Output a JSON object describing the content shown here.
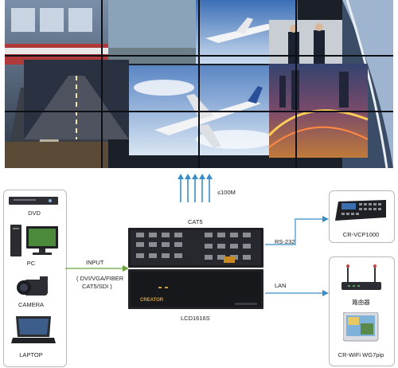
{
  "top_link": {
    "bandwidth": "≤100M",
    "cable": "CAT5"
  },
  "sources": {
    "items": [
      {
        "id": "dvd",
        "label": "DVD",
        "icon": "dvd-player-icon"
      },
      {
        "id": "pc",
        "label": "PC",
        "icon": "desktop-pc-icon"
      },
      {
        "id": "camera",
        "label": "CAMERA",
        "icon": "video-camera-icon"
      },
      {
        "id": "laptop",
        "label": "LAPTOP",
        "icon": "laptop-icon"
      }
    ]
  },
  "input": {
    "label": "INPUT",
    "types_line1": "( DVI/VGA/FIBER",
    "types_line2": "CAT5/SDI )"
  },
  "controller": {
    "model": "LCD1616S",
    "brand": "CREATOR"
  },
  "links": {
    "serial": "RS-232",
    "network": "LAN"
  },
  "outputs": {
    "vcp": {
      "label": "CR-VCP1000",
      "icon": "control-keyboard-icon"
    },
    "router": {
      "label": "路由器",
      "icon": "wifi-router-icon"
    },
    "tablet": {
      "label": "CR-WiFi WG7pip",
      "icon": "tablet-icon"
    }
  }
}
